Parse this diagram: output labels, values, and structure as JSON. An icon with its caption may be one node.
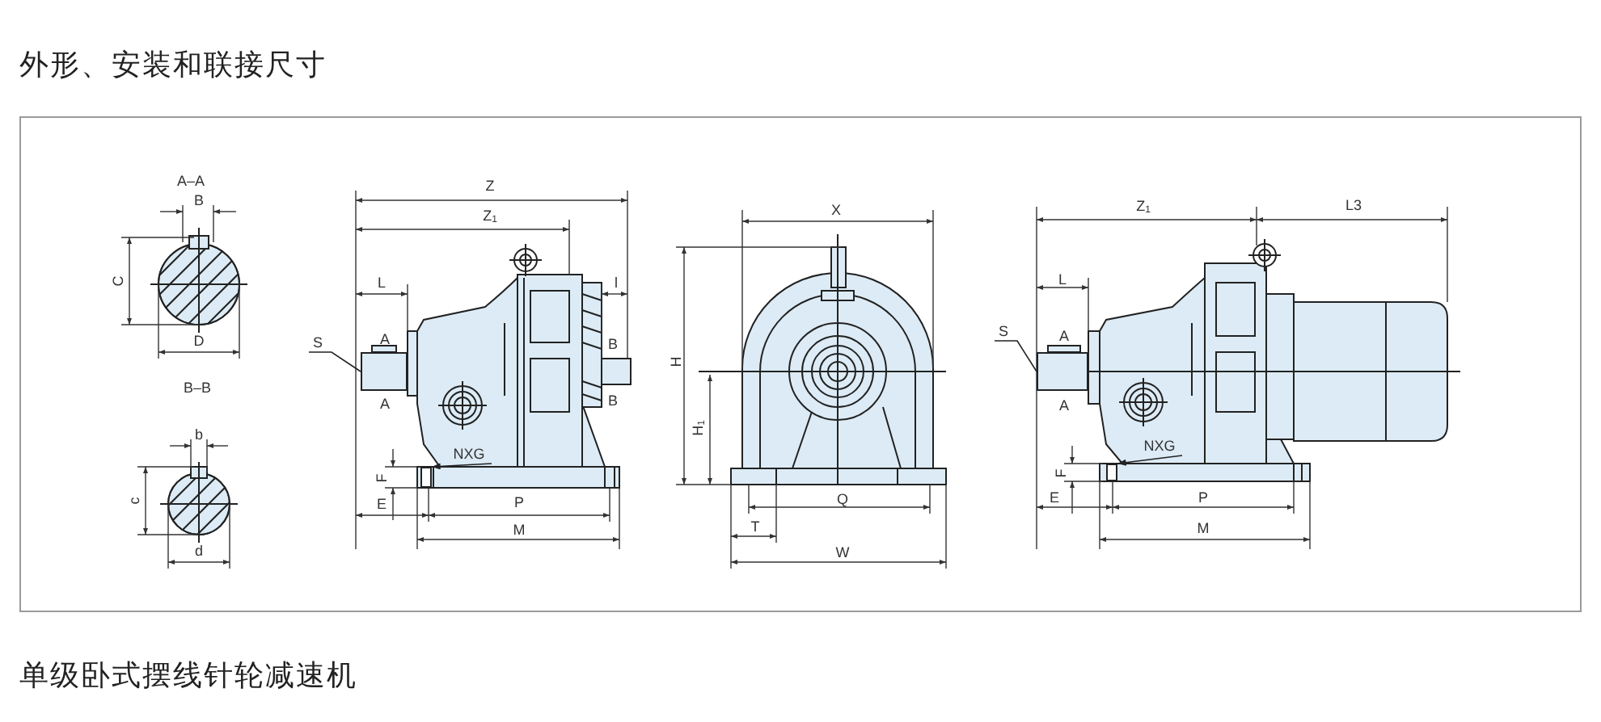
{
  "diagram": {
    "title": "外形、安装和联接尺寸",
    "caption": "单级卧式摆线针轮减速机",
    "nodes": [
      {
        "text": [
          "S"
        ]
      },
      {
        "text": [],
        "shape": "box"
      },
      {
        "text": [
          "NXG"
        ]
      },
      {
        "text": [],
        "shape": "box"
      },
      {
        "text": [
          "S"
        ]
      },
      {
        "text": [],
        "shape": "box"
      },
      {
        "text": [
          "NXG"
        ]
      },
      {
        "text": [],
        "shape": "box"
      }
    ],
    "edges": [
      {
        "from": 0,
        "to": 1,
        "arrow": "none"
      },
      {
        "from": 2,
        "to": 3,
        "arrow": "to"
      },
      {
        "from": 4,
        "to": 5,
        "arrow": "none"
      },
      {
        "from": 6,
        "to": 7,
        "arrow": "to"
      }
    ],
    "labels": [
      "A–A",
      "B",
      "C",
      "D",
      "B–B",
      "b",
      "c",
      "d",
      "Z",
      "Z$_{1}$",
      "L",
      "l",
      "A",
      "A",
      "B",
      "B",
      "F",
      "E",
      "P",
      "M",
      "X",
      "H",
      "H$_{1}$",
      "Q",
      "T",
      "W",
      "Z$_{1}$",
      "L3",
      "L",
      "A",
      "A",
      "F",
      "E",
      "P",
      "M"
    ]
  }
}
